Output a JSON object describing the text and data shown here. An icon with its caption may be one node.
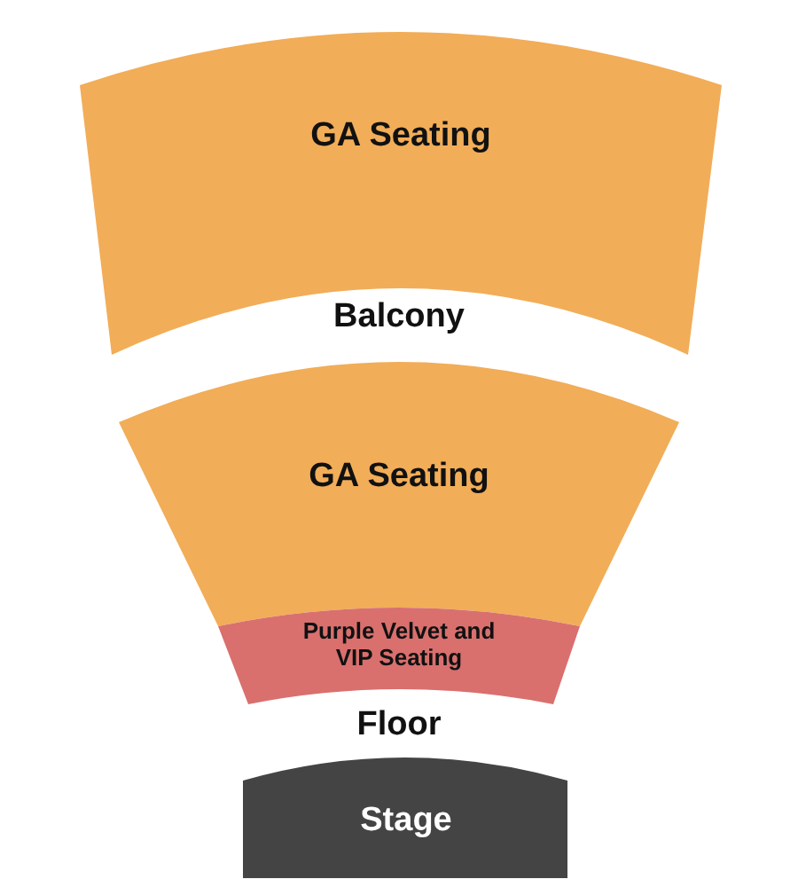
{
  "diagram": {
    "nodes": [
      {
        "text": [
          "GA Seating"
        ]
      },
      {
        "text": [
          "GA Seating"
        ]
      },
      {
        "text": [
          "Purple Velvet and VIP Seating"
        ]
      },
      {
        "text": [
          "Stage"
        ]
      }
    ],
    "labels": [
      "Balcony",
      "Floor"
    ]
  }
}
